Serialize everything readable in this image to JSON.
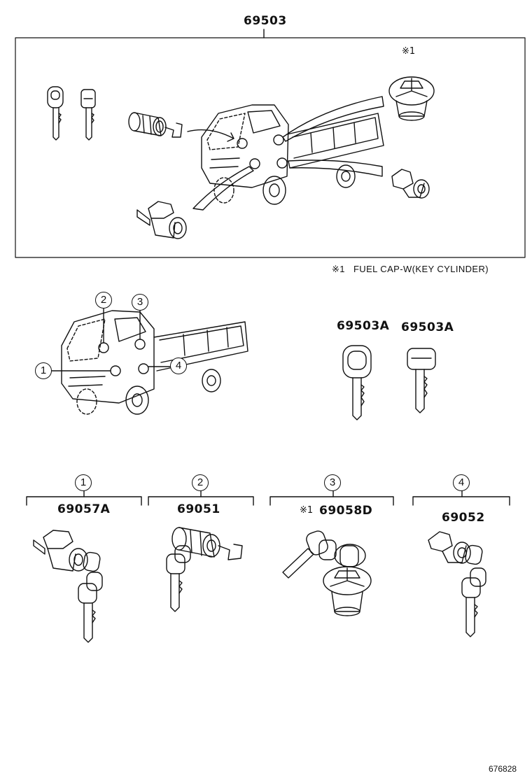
{
  "assembly": {
    "part_number": "69503",
    "note_marker": "※1",
    "note_label": "FUEL CAP-W(KEY CYLINDER)"
  },
  "keys": [
    {
      "part_number": "69503A"
    },
    {
      "part_number": "69503A"
    }
  ],
  "locations": {
    "callouts": [
      "1",
      "2",
      "3",
      "4"
    ]
  },
  "components": [
    {
      "index": "1",
      "part_number": "69057A",
      "marker": ""
    },
    {
      "index": "2",
      "part_number": "69051",
      "marker": ""
    },
    {
      "index": "3",
      "part_number": "69058D",
      "marker": "※1"
    },
    {
      "index": "4",
      "part_number": "69052",
      "marker": ""
    }
  ],
  "figure_ref": "676828"
}
